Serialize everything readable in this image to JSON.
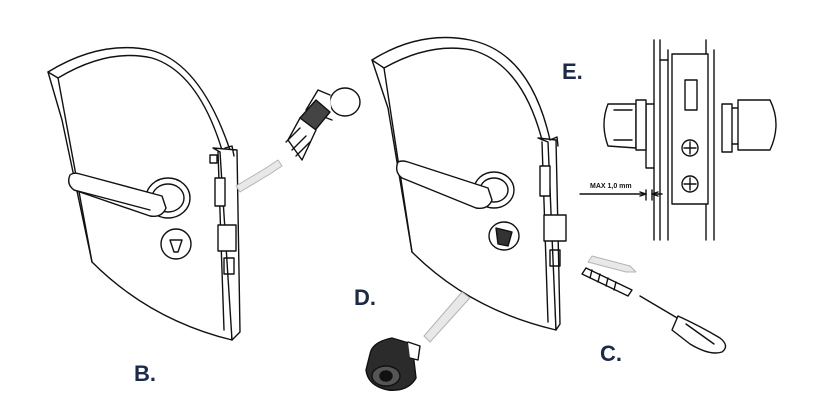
{
  "colors": {
    "line": "#111111",
    "label": "#1b2a4a",
    "arrow_fill": "#e8e8e8",
    "arrow_stroke": "#b4b4b4",
    "cylinder": "#2b2b2b"
  },
  "steps": {
    "b": "B.",
    "c": "C.",
    "d": "D.",
    "e": "E."
  },
  "detail": {
    "dimension": "MAX 1,0 mm"
  }
}
